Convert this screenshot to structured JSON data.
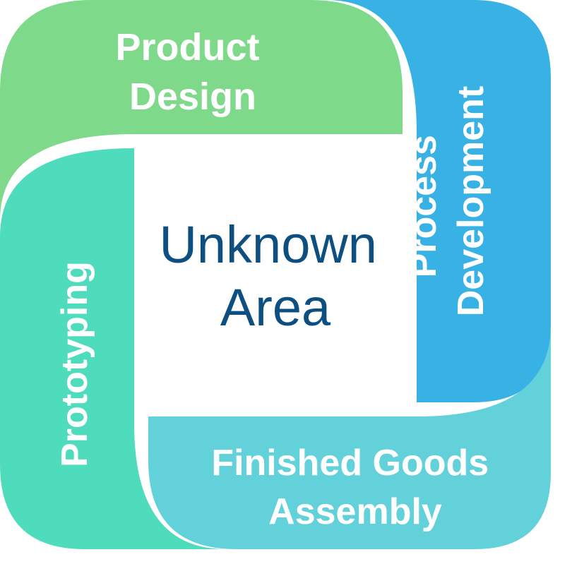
{
  "diagram": {
    "center": {
      "lines": [
        "Unknown",
        "Area"
      ],
      "color": "#0d4f80"
    },
    "segments": [
      {
        "id": "product-design",
        "lines": [
          "Product",
          "Design"
        ],
        "color": "#7ed98a"
      },
      {
        "id": "process-development",
        "lines": [
          "Process",
          "Development"
        ],
        "color": "#38b2e5"
      },
      {
        "id": "finished-goods-assembly",
        "lines": [
          "Finished Goods",
          "Assembly"
        ],
        "color": "#62d1da"
      },
      {
        "id": "prototyping",
        "lines": [
          "Prototyping"
        ],
        "color": "#4fdcbc"
      }
    ]
  }
}
